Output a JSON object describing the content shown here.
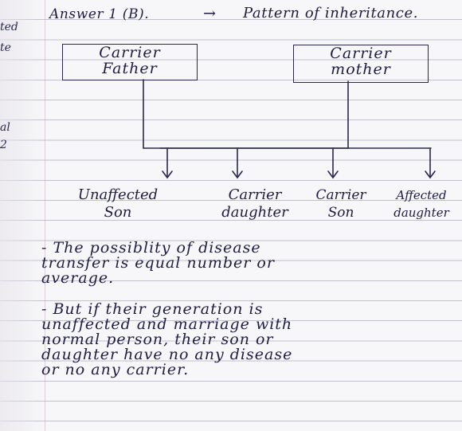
{
  "margin_notes": [
    "ted",
    "te",
    "al",
    "2"
  ],
  "heading": {
    "answer_label": "Answer 1 (B).",
    "arrow": "→",
    "title": "Pattern of inheritance."
  },
  "parents": {
    "father_line1": "Carrier",
    "father_line2": "Father",
    "mother_line1": "Carrier",
    "mother_line2": "mother"
  },
  "children": [
    {
      "line1": "Unaffected",
      "line2": "Son"
    },
    {
      "line1": "Carrier",
      "line2": "daughter"
    },
    {
      "line1": "Carrier",
      "line2": "Son"
    },
    {
      "line1": "Affected",
      "line2": "daughter"
    }
  ],
  "notes": {
    "point1": [
      "- The possiblity of disease",
      "transfer is equal number or",
      "average."
    ],
    "point2": [
      "- But if their generation is",
      "unaffected and marriage with",
      "normal person, their son or",
      "daughter have no any disease",
      "or no any carrier."
    ]
  }
}
